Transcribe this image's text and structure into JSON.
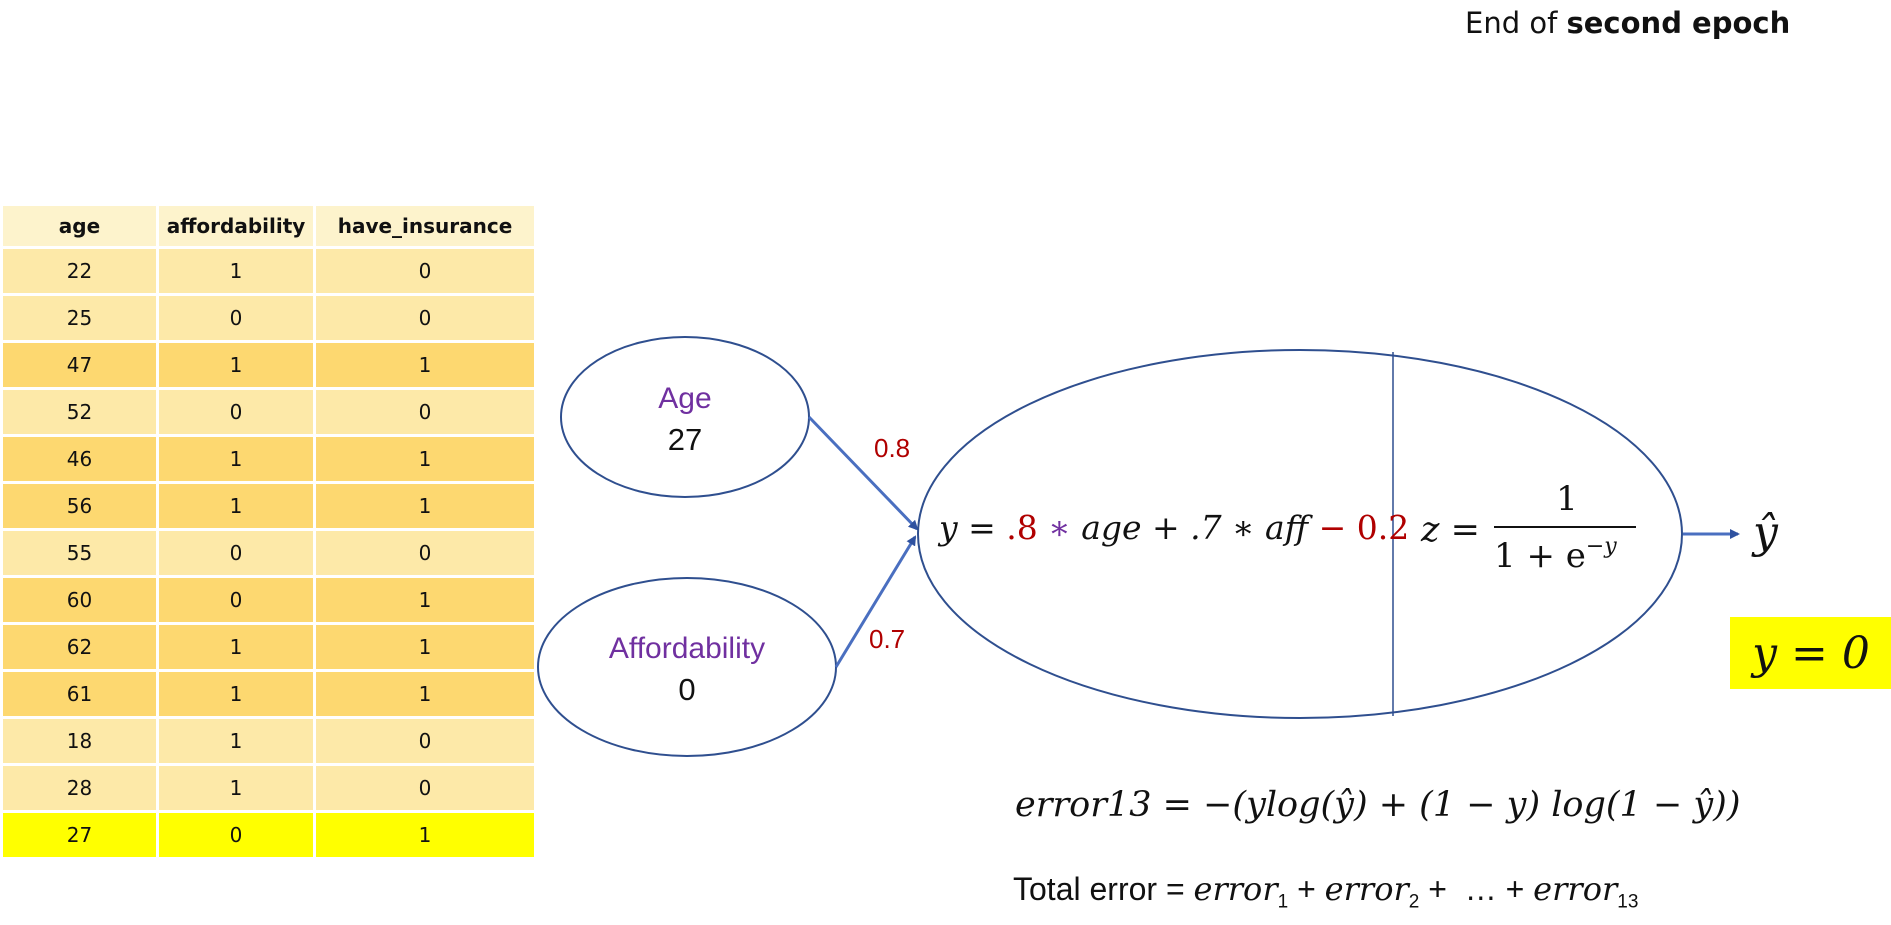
{
  "title": {
    "prefix": "End of ",
    "bold": "second epoch"
  },
  "table": {
    "headers": [
      "age",
      "affordability",
      "have_insurance"
    ],
    "rows": [
      [
        "22",
        "1",
        "0"
      ],
      [
        "25",
        "0",
        "0"
      ],
      [
        "47",
        "1",
        "1"
      ],
      [
        "52",
        "0",
        "0"
      ],
      [
        "46",
        "1",
        "1"
      ],
      [
        "56",
        "1",
        "1"
      ],
      [
        "55",
        "0",
        "0"
      ],
      [
        "60",
        "0",
        "1"
      ],
      [
        "62",
        "1",
        "1"
      ],
      [
        "61",
        "1",
        "1"
      ],
      [
        "18",
        "1",
        "0"
      ],
      [
        "28",
        "1",
        "0"
      ],
      [
        "27",
        "0",
        "1"
      ]
    ],
    "row_colors": [
      "#fde9a8",
      "#fde9a8",
      "#fdd870",
      "#fde9a8",
      "#fdd870",
      "#fdd870",
      "#fde9a8",
      "#fdd870",
      "#fdd870",
      "#fdd870",
      "#fde9a8",
      "#fde9a8",
      "#ffff00"
    ]
  },
  "nodes": {
    "age": {
      "label": "Age",
      "value": "27"
    },
    "affordability": {
      "label": "Affordability",
      "value": "0"
    }
  },
  "weights": {
    "w1": "0.8",
    "w2": "0.7"
  },
  "neuron": {
    "y_parts": [
      "y = ",
      ".8",
      " ∗ ",
      "age + .7 ∗ aff ",
      "− 0.2"
    ],
    "z_lhs": "z = ",
    "z_num": "1",
    "z_den": "1 + e",
    "z_exp": "−y"
  },
  "output": {
    "label": "ŷ"
  },
  "target": {
    "text": "y = 0"
  },
  "equations": {
    "error13": "error13 = −(ylog(ŷ) + (1 − y) log(1 − ŷ))",
    "total_prefix": "Total error = ",
    "terms": [
      {
        "name": "error",
        "sub": "1",
        "sep": " + "
      },
      {
        "name": "error",
        "sub": "2",
        "sep": " +  … + "
      },
      {
        "name": "error",
        "sub": "13",
        "sep": ""
      }
    ]
  },
  "colors": {
    "accent_red": "#b00000",
    "accent_purple": "#7030a0",
    "line_blue": "#2f52a0",
    "highlight": "#ffff00"
  }
}
